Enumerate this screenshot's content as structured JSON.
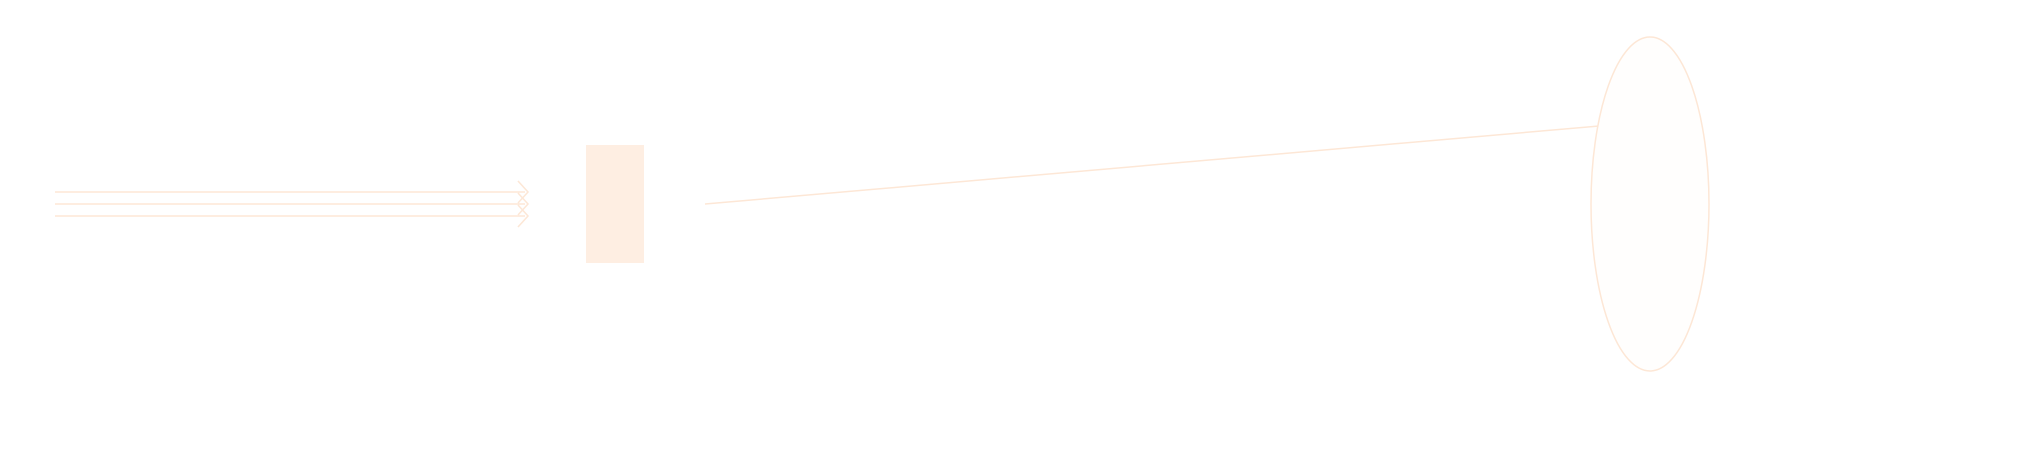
{
  "diagram": {
    "background_color": "#ffffff",
    "stroke_color": "#fde7d6",
    "fill_color": "#feeee2",
    "ellipse_fill_color": "#fffefd",
    "shapes": {
      "incoming_arrows": {
        "count": 3,
        "icon": "right-arrow-icon"
      },
      "block": {
        "icon": "rectangle"
      },
      "outgoing_arrow": {
        "icon": "right-arrow-icon"
      },
      "target": {
        "icon": "ellipse"
      }
    }
  }
}
